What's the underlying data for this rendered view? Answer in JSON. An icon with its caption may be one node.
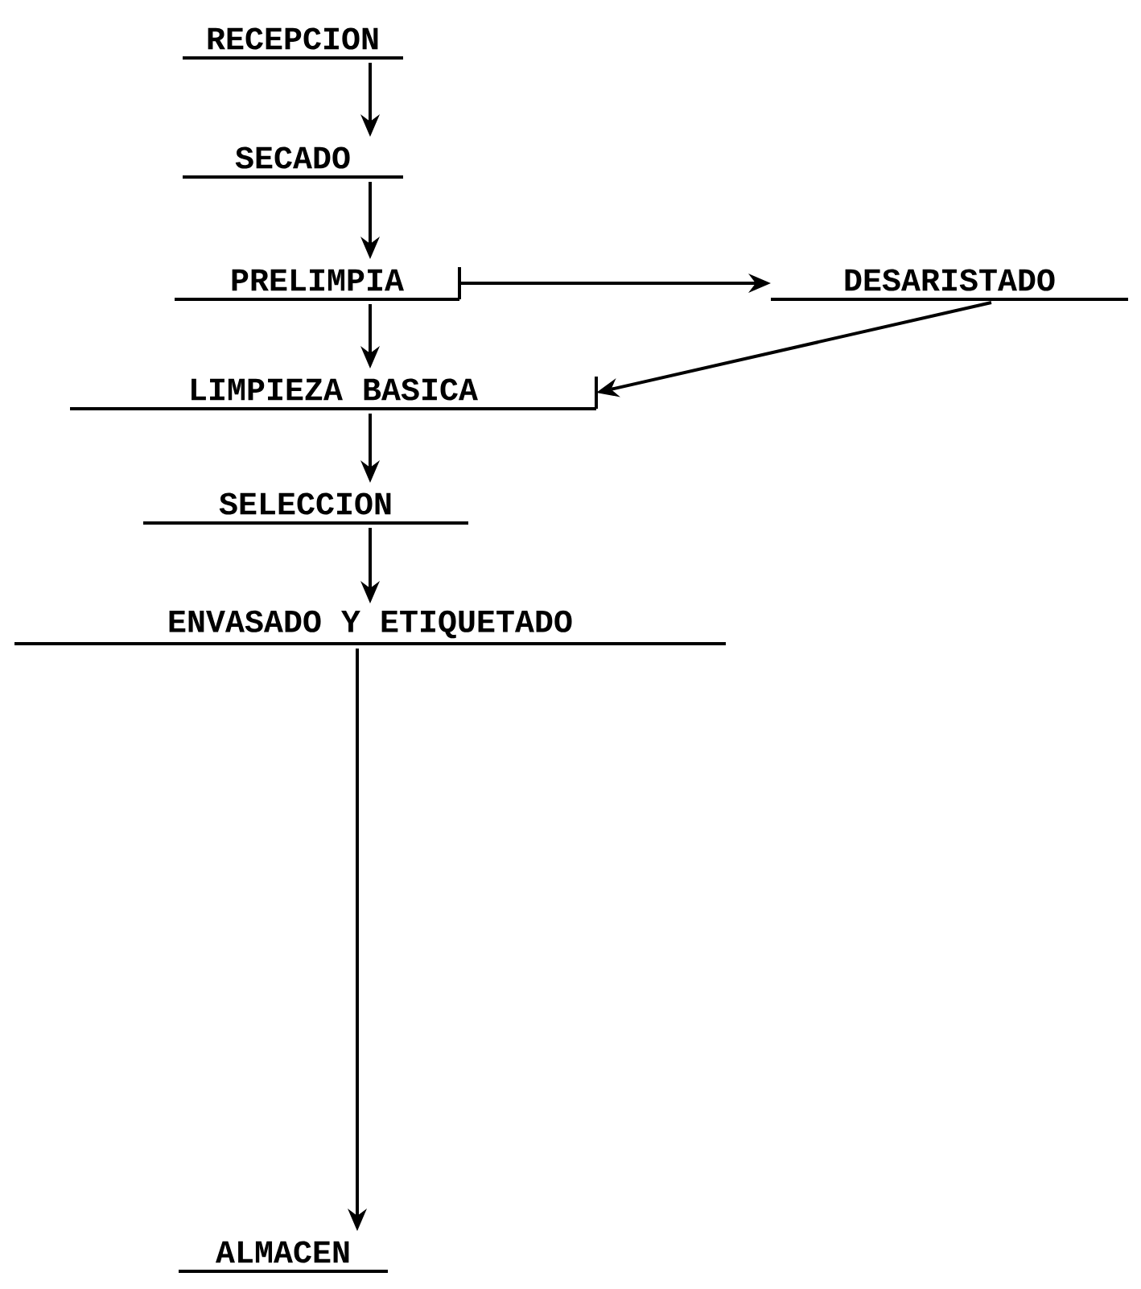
{
  "diagram": {
    "nodes": [
      {
        "text": [
          "RECEPCION"
        ]
      },
      {
        "text": [
          "SECADO"
        ]
      },
      {
        "text": [
          "PRELIMPIA"
        ]
      },
      {
        "text": [
          "DESARISTADO"
        ]
      },
      {
        "text": [
          "LIMPIEZA BASICA"
        ]
      },
      {
        "text": [
          "SELECCION"
        ]
      },
      {
        "text": [
          "ENVASADO Y ETIQUETADO"
        ]
      },
      {
        "text": [
          "ALMACEN"
        ]
      }
    ],
    "edges": [
      {
        "from": 0,
        "to": 1,
        "arrow": "to"
      },
      {
        "from": 1,
        "to": 2,
        "arrow": "to"
      },
      {
        "from": 2,
        "to": 3,
        "arrow": "to"
      },
      {
        "from": 3,
        "to": 4,
        "arrow": "to"
      },
      {
        "from": 2,
        "to": 4,
        "arrow": "to"
      },
      {
        "from": 4,
        "to": 5,
        "arrow": "to"
      },
      {
        "from": 5,
        "to": 6,
        "arrow": "to"
      },
      {
        "from": 6,
        "to": 7,
        "arrow": "to"
      }
    ]
  }
}
